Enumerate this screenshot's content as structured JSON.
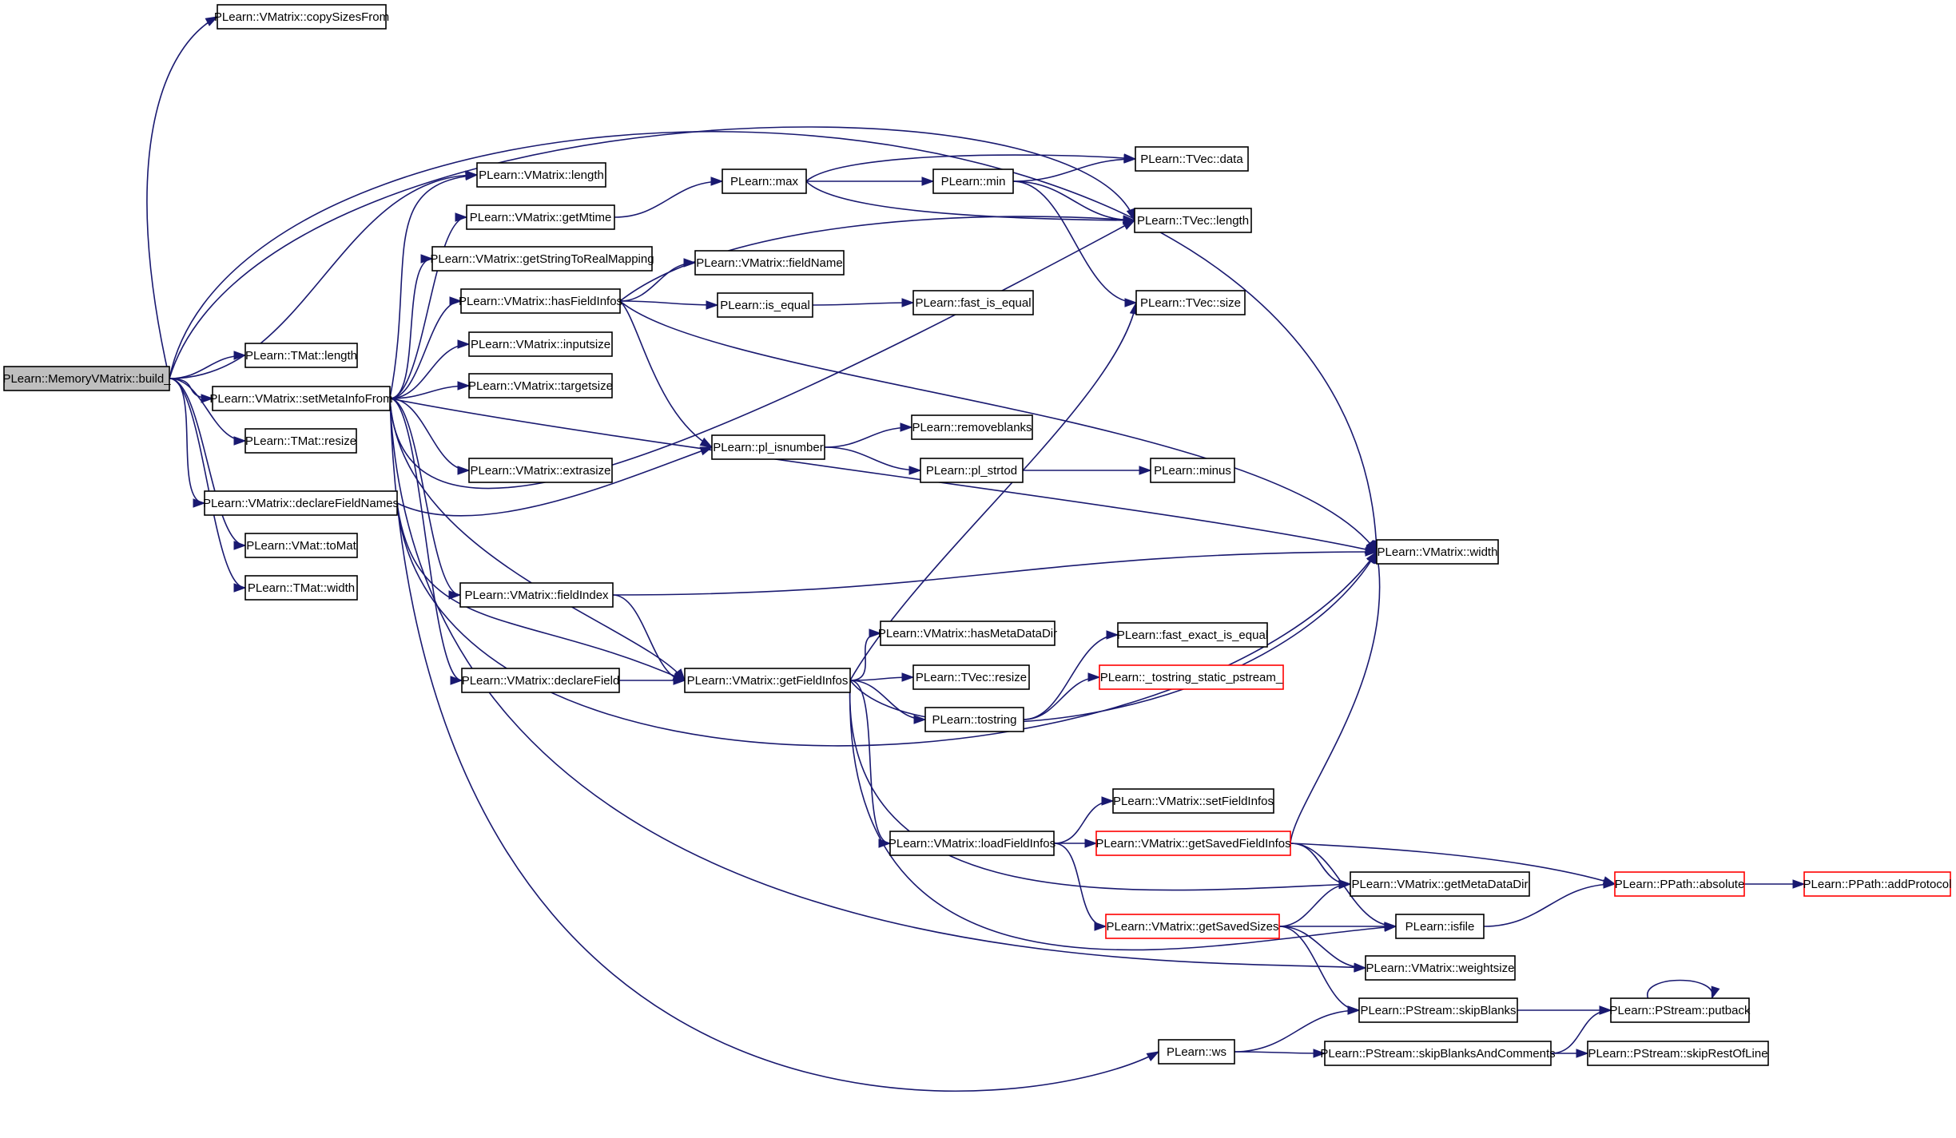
{
  "colors": {
    "edge": "#191970",
    "node_border": "#000000",
    "node_border_incomplete": "#ff0000",
    "root_fill": "#bfbfbf",
    "node_fill": "#ffffff"
  },
  "nodes": [
    {
      "id": "n0",
      "label": "PLearn::MemoryVMatrix::build_",
      "style": "root"
    },
    {
      "id": "n1",
      "label": "PLearn::VMatrix::copySizesFrom"
    },
    {
      "id": "n2",
      "label": "PLearn::VMatrix::length"
    },
    {
      "id": "n3",
      "label": "PLearn::VMatrix::getMtime"
    },
    {
      "id": "n4",
      "label": "PLearn::VMatrix::getStringToRealMapping"
    },
    {
      "id": "n5",
      "label": "PLearn::VMatrix::hasFieldInfos"
    },
    {
      "id": "n6",
      "label": "PLearn::VMatrix::inputsize"
    },
    {
      "id": "n7",
      "label": "PLearn::VMatrix::targetsize"
    },
    {
      "id": "n8",
      "label": "PLearn::VMatrix::extrasize"
    },
    {
      "id": "n9",
      "label": "PLearn::TMat::length"
    },
    {
      "id": "n10",
      "label": "PLearn::VMatrix::setMetaInfoFrom"
    },
    {
      "id": "n11",
      "label": "PLearn::TMat::resize"
    },
    {
      "id": "n12",
      "label": "PLearn::VMatrix::declareFieldNames"
    },
    {
      "id": "n13",
      "label": "PLearn::VMat::toMat"
    },
    {
      "id": "n14",
      "label": "PLearn::TMat::width"
    },
    {
      "id": "n15",
      "label": "PLearn::VMatrix::fieldIndex"
    },
    {
      "id": "n16",
      "label": "PLearn::VMatrix::declareField"
    },
    {
      "id": "n17",
      "label": "PLearn::max"
    },
    {
      "id": "n18",
      "label": "PLearn::min"
    },
    {
      "id": "n19",
      "label": "PLearn::TVec::data"
    },
    {
      "id": "n20",
      "label": "PLearn::TVec::length"
    },
    {
      "id": "n21",
      "label": "PLearn::VMatrix::fieldName"
    },
    {
      "id": "n22",
      "label": "PLearn::is_equal"
    },
    {
      "id": "n23",
      "label": "PLearn::fast_is_equal"
    },
    {
      "id": "n24",
      "label": "PLearn::TVec::size"
    },
    {
      "id": "n25",
      "label": "PLearn::pl_isnumber"
    },
    {
      "id": "n26",
      "label": "PLearn::removeblanks"
    },
    {
      "id": "n27",
      "label": "PLearn::pl_strtod"
    },
    {
      "id": "n28",
      "label": "PLearn::minus"
    },
    {
      "id": "n29",
      "label": "PLearn::VMatrix::width"
    },
    {
      "id": "n30",
      "label": "PLearn::VMatrix::getFieldInfos"
    },
    {
      "id": "n31",
      "label": "PLearn::VMatrix::hasMetaDataDir"
    },
    {
      "id": "n32",
      "label": "PLearn::TVec::resize"
    },
    {
      "id": "n33",
      "label": "PLearn::tostring"
    },
    {
      "id": "n34",
      "label": "PLearn::fast_exact_is_equal"
    },
    {
      "id": "n35",
      "label": "PLearn::_tostring_static_pstream_",
      "style": "red"
    },
    {
      "id": "n36",
      "label": "PLearn::VMatrix::setFieldInfos"
    },
    {
      "id": "n37",
      "label": "PLearn::VMatrix::loadFieldInfos"
    },
    {
      "id": "n38",
      "label": "PLearn::VMatrix::getSavedFieldInfos",
      "style": "red"
    },
    {
      "id": "n39",
      "label": "PLearn::VMatrix::getMetaDataDir"
    },
    {
      "id": "n40",
      "label": "PLearn::PPath::absolute",
      "style": "red"
    },
    {
      "id": "n41",
      "label": "PLearn::PPath::addProtocol",
      "style": "red"
    },
    {
      "id": "n42",
      "label": "PLearn::VMatrix::getSavedSizes",
      "style": "red"
    },
    {
      "id": "n43",
      "label": "PLearn::isfile"
    },
    {
      "id": "n44",
      "label": "PLearn::VMatrix::weightsize"
    },
    {
      "id": "n45",
      "label": "PLearn::PStream::skipBlanks"
    },
    {
      "id": "n46",
      "label": "PLearn::PStream::putback"
    },
    {
      "id": "n47",
      "label": "PLearn::ws"
    },
    {
      "id": "n48",
      "label": "PLearn::PStream::skipBlanksAndComments"
    },
    {
      "id": "n49",
      "label": "PLearn::PStream::skipRestOfLine"
    }
  ],
  "edges": [
    [
      "n0",
      "n1"
    ],
    [
      "n0",
      "n29"
    ],
    [
      "n0",
      "n20"
    ],
    [
      "n0",
      "n2"
    ],
    [
      "n0",
      "n9"
    ],
    [
      "n0",
      "n10"
    ],
    [
      "n0",
      "n11"
    ],
    [
      "n0",
      "n12"
    ],
    [
      "n0",
      "n13"
    ],
    [
      "n0",
      "n14"
    ],
    [
      "n10",
      "n2"
    ],
    [
      "n10",
      "n3"
    ],
    [
      "n10",
      "n4"
    ],
    [
      "n10",
      "n5"
    ],
    [
      "n10",
      "n6"
    ],
    [
      "n10",
      "n7"
    ],
    [
      "n10",
      "n8"
    ],
    [
      "n10",
      "n29"
    ],
    [
      "n10",
      "n15"
    ],
    [
      "n10",
      "n16"
    ],
    [
      "n10",
      "n20"
    ],
    [
      "n10",
      "n30"
    ],
    [
      "n10",
      "n44"
    ],
    [
      "n10",
      "n47"
    ],
    [
      "n12",
      "n25"
    ],
    [
      "n12",
      "n29"
    ],
    [
      "n12",
      "n30"
    ],
    [
      "n3",
      "n17"
    ],
    [
      "n17",
      "n19"
    ],
    [
      "n17",
      "n18"
    ],
    [
      "n17",
      "n20"
    ],
    [
      "n18",
      "n19"
    ],
    [
      "n18",
      "n20"
    ],
    [
      "n18",
      "n24"
    ],
    [
      "n5",
      "n20"
    ],
    [
      "n5",
      "n21"
    ],
    [
      "n5",
      "n22"
    ],
    [
      "n5",
      "n25"
    ],
    [
      "n5",
      "n29"
    ],
    [
      "n22",
      "n23"
    ],
    [
      "n25",
      "n26"
    ],
    [
      "n25",
      "n27"
    ],
    [
      "n27",
      "n28"
    ],
    [
      "n15",
      "n29"
    ],
    [
      "n15",
      "n30"
    ],
    [
      "n16",
      "n30"
    ],
    [
      "n30",
      "n24"
    ],
    [
      "n30",
      "n31"
    ],
    [
      "n30",
      "n32"
    ],
    [
      "n30",
      "n33"
    ],
    [
      "n30",
      "n29"
    ],
    [
      "n30",
      "n37"
    ],
    [
      "n30",
      "n39"
    ],
    [
      "n30",
      "n43"
    ],
    [
      "n33",
      "n34"
    ],
    [
      "n33",
      "n35"
    ],
    [
      "n37",
      "n36"
    ],
    [
      "n37",
      "n38"
    ],
    [
      "n37",
      "n42"
    ],
    [
      "n38",
      "n29"
    ],
    [
      "n38",
      "n39"
    ],
    [
      "n38",
      "n40"
    ],
    [
      "n38",
      "n43"
    ],
    [
      "n42",
      "n39"
    ],
    [
      "n42",
      "n43"
    ],
    [
      "n42",
      "n44"
    ],
    [
      "n42",
      "n45"
    ],
    [
      "n43",
      "n40"
    ],
    [
      "n40",
      "n41"
    ],
    [
      "n45",
      "n46"
    ],
    [
      "n46",
      "n46"
    ],
    [
      "n47",
      "n45"
    ],
    [
      "n47",
      "n48"
    ],
    [
      "n48",
      "n46"
    ],
    [
      "n48",
      "n49"
    ]
  ]
}
